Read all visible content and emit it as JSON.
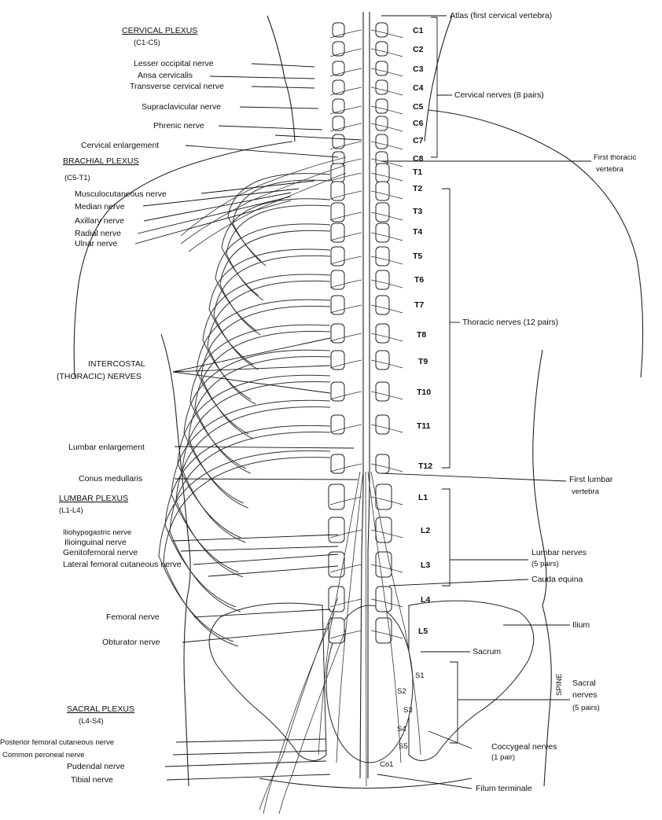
{
  "left_labels": {
    "cervical_plexus": "CERVICAL PLEXUS",
    "cervical_plexus_range": "(C1-C5)",
    "lesser_occipital": "Lesser occipital nerve",
    "ansa_cervicalis": "Ansa cervicalis",
    "transverse_cervical": "Transverse cervical nerve",
    "supraclavicular": "Supraclavicular nerve",
    "phrenic": "Phrenic nerve",
    "cervical_enlargement": "Cervical enlargement",
    "brachial_plexus": "BRACHIAL PLEXUS",
    "brachial_plexus_range": "(C5-T1)",
    "musculocutaneous": "Musculocutaneous nerve",
    "median": "Median nerve",
    "axillary": "Axillary nerve",
    "radial": "Radial nerve",
    "ulnar": "Ulnar nerve",
    "intercostal_1": "INTERCOSTAL",
    "intercostal_2": "(THORACIC) NERVES",
    "lumbar_enlargement": "Lumbar enlargement",
    "conus_medullaris": "Conus medullaris",
    "lumbar_plexus": "LUMBAR PLEXUS",
    "lumbar_plexus_range": "(L1-L4)",
    "iliohypogastric": "Iliohypogastric nerve",
    "ilioinguinal": "Ilioinguinal nerve",
    "genitofemoral": "Genitofemoral nerve",
    "lateral_femoral": "Lateral femoral cutaneous nerve",
    "femoral": "Femoral nerve",
    "obturator": "Obturator nerve",
    "sacral_plexus": "SACRAL PLEXUS",
    "sacral_plexus_range": "(L4-S4)",
    "posterior_femoral": "Posterior femoral cutaneous nerve",
    "common_peroneal": "Common peroneal nerve",
    "pudendal": "Pudendal nerve",
    "tibial": "Tibial nerve"
  },
  "right_labels": {
    "atlas": "Atlas (first cervical vertebra)",
    "cervical_nerves": "Cervical nerves (8 pairs)",
    "first_thoracic_1": "First thoracic",
    "first_thoracic_2": "vertebra",
    "thoracic_nerves": "Thoracic nerves (12 pairs)",
    "first_lumbar_1": "First lumbar",
    "first_lumbar_2": "vertebra",
    "lumbar_nerves_1": "Lumbar nerves",
    "lumbar_nerves_2": "(5 pairs)",
    "cauda_equina": "Cauda equina",
    "ilium": "Ilium",
    "sacrum": "Sacrum",
    "sacral_nerves_1": "Sacral",
    "sacral_nerves_2": "nerves",
    "sacral_nerves_3": "(5 pairs)",
    "coccygeal_1": "Coccygeal nerves",
    "coccygeal_2": "(1 pair)",
    "filum": "Filum terminale",
    "spine_vertical": "SPINE"
  },
  "vertebra_labels": {
    "c1": "C1",
    "c2": "C2",
    "c3": "C3",
    "c4": "C4",
    "c5": "C5",
    "c6": "C6",
    "c7": "C7",
    "c8": "C8",
    "t1": "T1",
    "t2": "T2",
    "t3": "T3",
    "t4": "T4",
    "t5": "T5",
    "t6": "T6",
    "t7": "T7",
    "t8": "T8",
    "t9": "T9",
    "t10": "T10",
    "t11": "T11",
    "t12": "T12",
    "l1": "L1",
    "l2": "L2",
    "l3": "L3",
    "l4": "L4",
    "l5": "L5",
    "s1": "S1",
    "s2": "S2",
    "s3": "S3",
    "s4": "S4",
    "s5": "S5",
    "co1": "Co1"
  }
}
